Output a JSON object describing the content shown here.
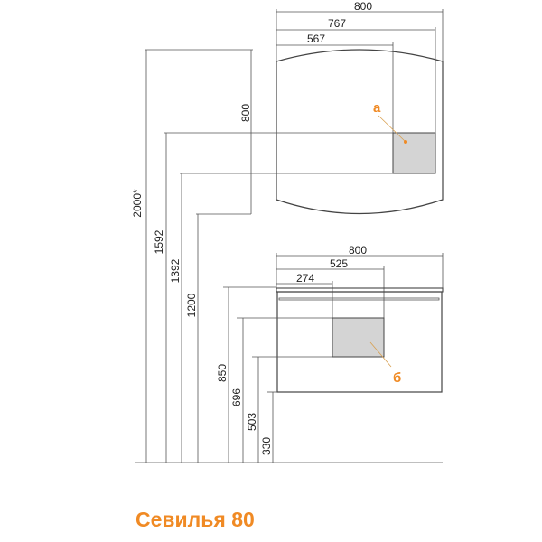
{
  "title": "Севилья 80",
  "accent_color": "#f08a24",
  "mirror": {
    "dims": {
      "width": "800",
      "d767": "767",
      "d567": "567",
      "height": "800"
    },
    "marker": "а"
  },
  "cabinet": {
    "dims": {
      "width": "800",
      "d525": "525",
      "d274": "274"
    },
    "marker": "б"
  },
  "heights": {
    "h2000": "2000*",
    "h1592": "1592",
    "h1392": "1392",
    "h1200": "1200",
    "h850": "850",
    "h696": "696",
    "h503": "503",
    "h330": "330"
  }
}
